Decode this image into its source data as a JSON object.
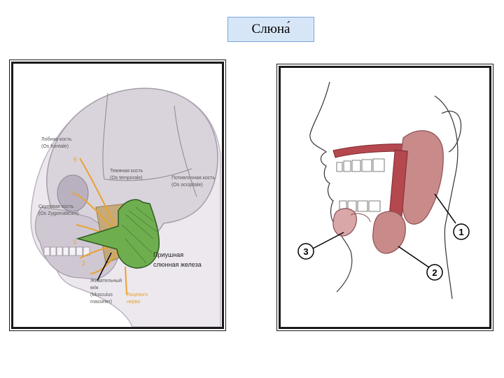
{
  "slide": {
    "title": "Слюна́"
  },
  "skull_figure": {
    "labels": {
      "frontal": "Лобная кость",
      "frontal_latin": "(Os frontale)",
      "temporal": "Темяная кость",
      "temporal_latin": "(Os temporale)",
      "occipital": "Потиялочная кость",
      "occipital_latin": "(Os occipitale)",
      "zygomatic": "Скуловая кость",
      "zygomatic_latin": "(Os Zygomaticum)",
      "parotid_line1": "Приушная",
      "parotid_line2": "слюнная железа",
      "masseter_line1": "Жевательный",
      "masseter_line2": "м/ж",
      "masseter_line3": "(Musculus",
      "masseter_line4": "masseter)",
      "facial_nerve_line1": "Лицевого",
      "facial_nerve_line2": "нерва",
      "number_5": "5",
      "number_4": "4",
      "number_3": "3",
      "number_2": "2"
    }
  },
  "glands_figure": {
    "callouts": [
      "1",
      "2",
      "3"
    ]
  },
  "colors": {
    "title_bg": "#d7e6f7",
    "gland_green": "#6fae4f",
    "gland_pink": "#c98a8a",
    "nerve_orange": "#e8a331",
    "skull": "#d9d3dc"
  }
}
